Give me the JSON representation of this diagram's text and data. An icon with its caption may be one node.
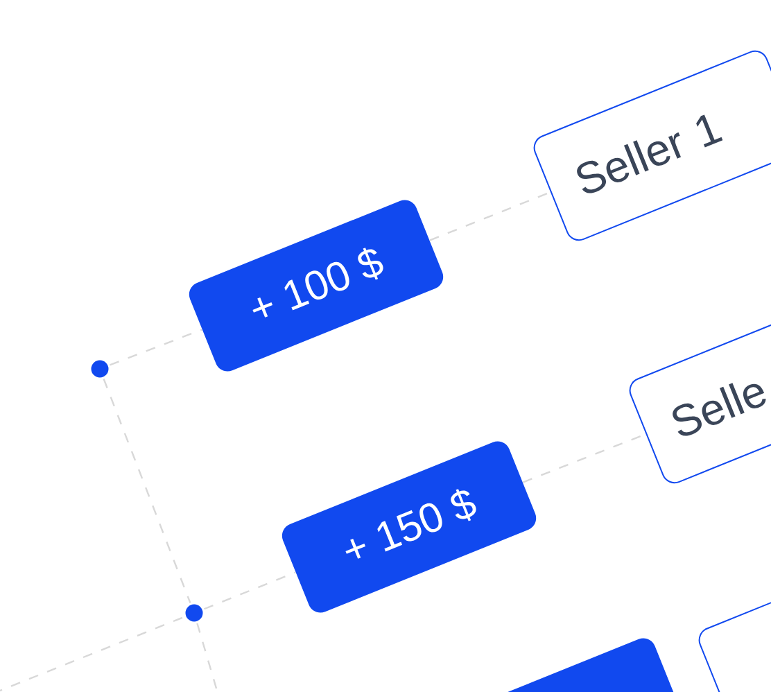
{
  "diagram": {
    "nodes": [
      {
        "text": [],
        "shape": "circle"
      },
      {
        "text": [
          "+ 100 $"
        ]
      },
      {
        "text": [
          "Seller 1"
        ]
      },
      {
        "text": [],
        "shape": "circle"
      },
      {
        "text": [
          "+ 150 $"
        ]
      },
      {
        "text": [
          "Selle"
        ]
      },
      {
        "text": [],
        "shape": "box"
      },
      {
        "text": [],
        "shape": "box"
      }
    ],
    "edges": [
      {
        "from": 0,
        "to": 1,
        "arrow": "none",
        "style": "dashed"
      },
      {
        "from": 1,
        "to": 2,
        "arrow": "none",
        "style": "dashed"
      },
      {
        "from": 0,
        "to": 3,
        "arrow": "none",
        "style": "dashed"
      },
      {
        "from": null,
        "to": 3,
        "arrow": "none",
        "style": "dashed"
      },
      {
        "from": 3,
        "to": 4,
        "arrow": "none",
        "style": "dashed"
      },
      {
        "from": 4,
        "to": 5,
        "arrow": "none",
        "style": "dashed"
      },
      {
        "from": 3,
        "to": null,
        "arrow": "none",
        "style": "dashed"
      }
    ]
  }
}
